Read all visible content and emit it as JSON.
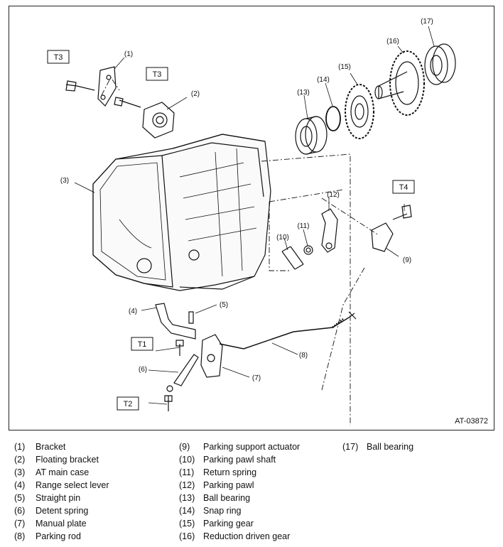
{
  "figure": {
    "code": "AT-03872",
    "torque_tags": [
      "T3",
      "T3",
      "T4",
      "T1",
      "T2"
    ],
    "callouts": [
      "(1)",
      "(2)",
      "(3)",
      "(4)",
      "(5)",
      "(6)",
      "(7)",
      "(8)",
      "(9)",
      "(10)",
      "(11)",
      "(12)",
      "(13)",
      "(14)",
      "(15)",
      "(16)",
      "(17)"
    ]
  },
  "legend": [
    {
      "num": "(1)",
      "name": "Bracket"
    },
    {
      "num": "(2)",
      "name": "Floating bracket"
    },
    {
      "num": "(3)",
      "name": "AT main case"
    },
    {
      "num": "(4)",
      "name": "Range select lever"
    },
    {
      "num": "(5)",
      "name": "Straight pin"
    },
    {
      "num": "(6)",
      "name": "Detent spring"
    },
    {
      "num": "(7)",
      "name": "Manual plate"
    },
    {
      "num": "(8)",
      "name": "Parking rod"
    },
    {
      "num": "(9)",
      "name": "Parking support actuator"
    },
    {
      "num": "(10)",
      "name": "Parking pawl shaft"
    },
    {
      "num": "(11)",
      "name": "Return spring"
    },
    {
      "num": "(12)",
      "name": "Parking pawl"
    },
    {
      "num": "(13)",
      "name": "Ball bearing"
    },
    {
      "num": "(14)",
      "name": "Snap ring"
    },
    {
      "num": "(15)",
      "name": "Parking gear"
    },
    {
      "num": "(16)",
      "name": "Reduction driven gear"
    },
    {
      "num": "(17)",
      "name": "Ball bearing"
    }
  ]
}
